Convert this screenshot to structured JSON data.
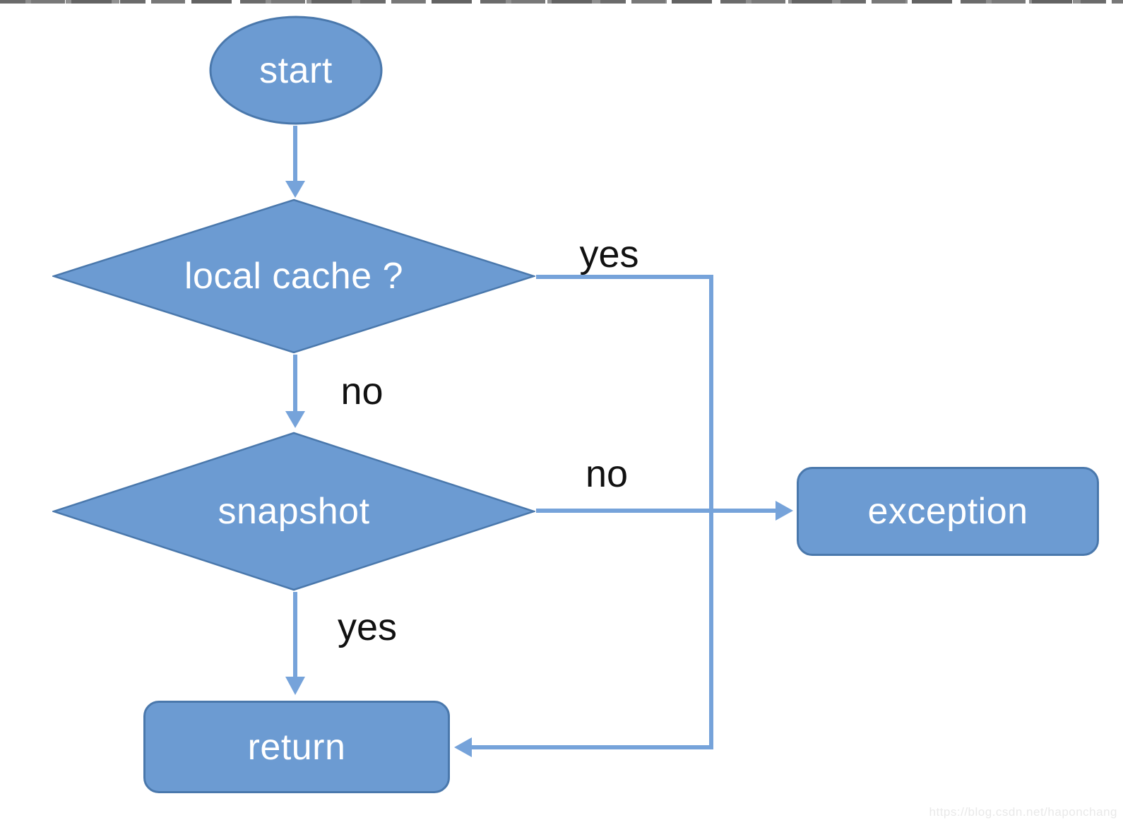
{
  "colors": {
    "canvas_bg": "#FFFFFF",
    "shape_fill": "#6C9BD2",
    "shape_border": "#4A78AC",
    "connector": "#76A3DA",
    "node_text": "#FFFFFF",
    "edge_label_text": "#111111",
    "watermark_text": "#E9E9E9"
  },
  "flowchart": {
    "nodes": {
      "start": {
        "label": "start",
        "type": "ellipse"
      },
      "local_cache": {
        "label": "local cache ?",
        "type": "diamond"
      },
      "snapshot": {
        "label": "snapshot",
        "type": "diamond"
      },
      "exception": {
        "label": "exception",
        "type": "rounded-rect"
      },
      "return_node": {
        "label": "return",
        "type": "rounded-rect"
      }
    },
    "edges": {
      "start_to_local_cache": {
        "label": ""
      },
      "local_cache_yes": {
        "label": "yes"
      },
      "local_cache_no": {
        "label": "no"
      },
      "snapshot_no": {
        "label": "no"
      },
      "snapshot_yes": {
        "label": "yes"
      }
    }
  },
  "watermark": {
    "text": "https://blog.csdn.net/haponchang"
  }
}
